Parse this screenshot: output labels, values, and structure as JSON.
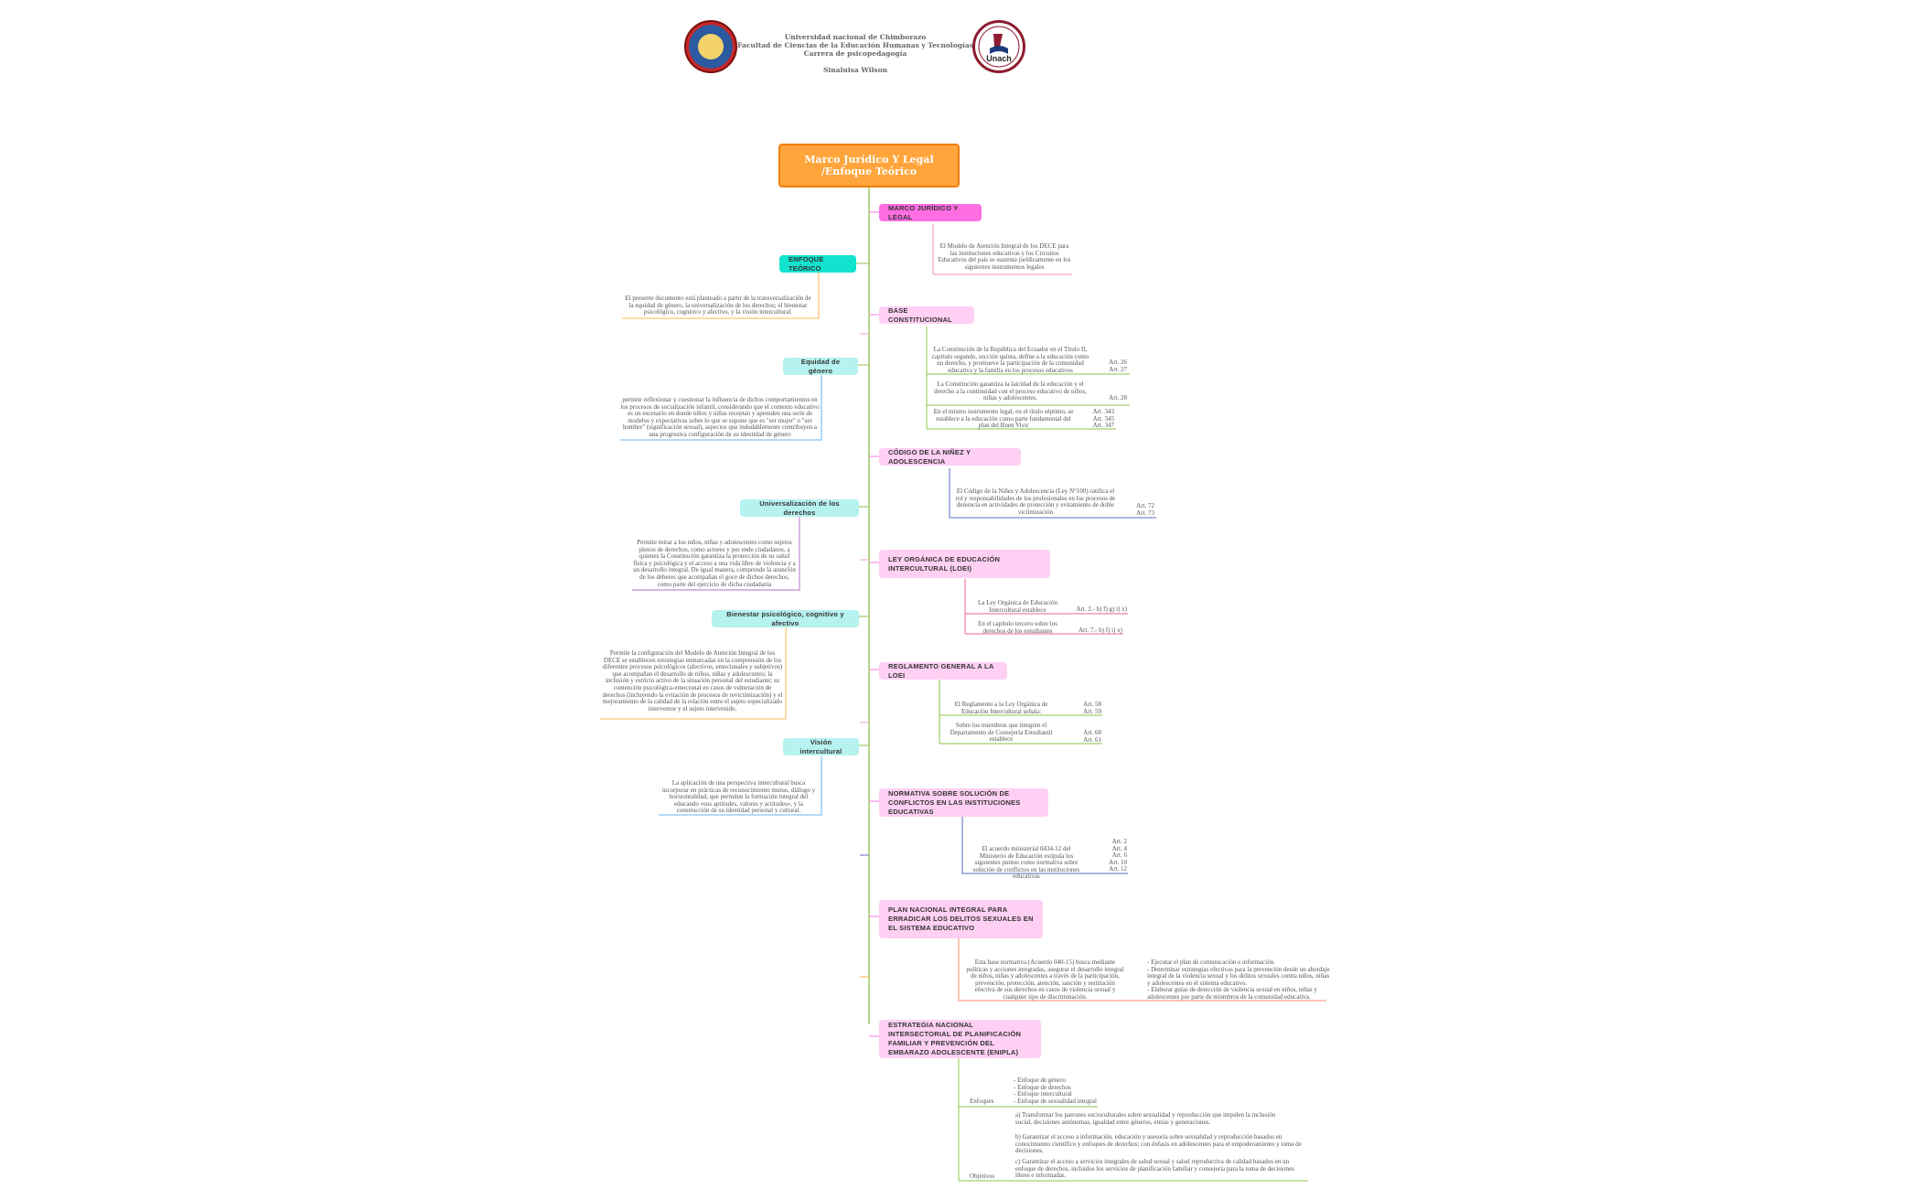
{
  "header": {
    "line1": "Universidad nacional de Chimborazo",
    "line2": "Facultad de Ciencias de la Educación Humanas y Tecnologías",
    "line3": "Carrera de psicopedagogía",
    "line4": "Sinaluisa Wilson",
    "logo_right_text": "Unach"
  },
  "central": "Marco Jurídico Y Legal /Enfoque Teórico",
  "left": {
    "enfoque": {
      "title": "ENFOQUE TEÓRICO",
      "text": "El presente documento está planteado a partir de la transversalización de la equidad de género, la universalización de los derechos; el bienestar psicológico, cognitivo y afectivo, y la visión intercultural."
    },
    "equidad": {
      "title": "Equidad de género",
      "text": "permite reflexionar y cuestionar la influencia de dichos comportamientos en los procesos de socialización infantil, considerando que el contexto educativo es un escenario en donde niños y niñas receptan y aprenden una serie de modelos y expectativas sobre lo que se supone que es \"ser mujer\" o \"ser hombre\" (significación sexual), aspectos que indudablemente contribuyen a una progresiva configuración de su identidad de género"
    },
    "universalizacion": {
      "title": "Universalización de los derechos",
      "text": "Permite mirar a los niños, niñas y adolescentes como sujetos plenos de derechos, como actores y por ende ciudadanos, a quienes la Constitución garantiza la protección de su salud física y psicológica y el acceso a una vida libre de violencia y a un desarrollo integral. De igual manera, comprende la asunción de los deberes que acompañan el goce de dichos derechos, como parte del ejercicio de dicha ciudadanía"
    },
    "bienestar": {
      "title": "Bienestar psicológico, cognitivo y afectivo",
      "text": "Permite la configuración del Modelo de Atención Integral de los DECE se establecen estrategias enmarcadas en la comprensión de los diferentes procesos psicológicos (afectivos, emocionales y subjetivos) que acompañan el desarrollo de niños, niñas y adolescentes; la inclusión y estricto activo de la situación personal del estudiante; su contención psicológica-emocional en casos de vulneración de derechos (incluyendo la evitación de procesos de revictimización) y el mejoramiento de la calidad de la relación entre el sujeto especializado interventor y el sujeto intervenido."
    },
    "vision": {
      "title": "Visión intercultural",
      "text": "La aplicación de una perspectiva intercultural busca incorporar en prácticas de reconocimiento mutuo, diálogo y horizontalidad, que permiten la formación integral del educando «sus aptitudes, valores y actitudes», y la construcción de su identidad personal y cultural."
    }
  },
  "right": {
    "marco": {
      "title": "MARCO JURÍDICO Y LEGAL",
      "text": "El Modelo de Atención Integral de los DECE para las instituciones educativas y los Circuitos Educativos del país se sustenta jurídicamente en los siguientes instrumentos legales"
    },
    "base": {
      "title": "BASE CONSTITUCIONAL",
      "items": [
        {
          "text": "La Constitución de la República del Ecuador en el Título II, capítulo segundo, sección quinta, define a la educación como un derecho, y promueve la participación de la comunidad educativa y la familia en los procesos educativos",
          "arts": [
            "Art. 26",
            "Art. 27"
          ]
        },
        {
          "text": "La Constitución garantiza la laicidad de la educación y el derecho a la continuidad con el proceso educativo de niños, niñas y adolescentes.",
          "arts": [
            "Art. 28"
          ]
        },
        {
          "text": "En el mismo instrumento legal, en el título séptimo, se establece a la educación como parte fundamental del plan del Buen Vivir",
          "arts": [
            "Art. 343",
            "Art. 345",
            "Art. 347"
          ]
        }
      ]
    },
    "codigo": {
      "title": "CÓDIGO DE LA NIÑEZ Y ADOLESCENCIA",
      "text": "El Código de la Niñez y Adolescencia (Ley N°100) ratifica el rol y responsabilidades de los profesionales en los procesos de denuncia en actividades de protección y evitamiento de doble victimización",
      "arts": [
        "Art. 72",
        "Art. 73"
      ]
    },
    "loei": {
      "title": "LEY ORGÁNICA DE EDUCACIÓN INTERCULTURAL (LOEI)",
      "items": [
        {
          "text": "La Ley Orgánica de Educación Intercultural establece",
          "arts": [
            "Art. 2.- b) f) g) i) x)"
          ]
        },
        {
          "text": "En el capítulo tercero sobre los derechos de los estudiantes",
          "arts": [
            "Art. 7.- b) f) i) x)"
          ]
        }
      ]
    },
    "reglamento": {
      "title": "REGLAMENTO GENERAL A LA LOEI",
      "items": [
        {
          "text": "El Reglamento a la Ley Orgánica de Educación Intercultural señala:",
          "arts": [
            "Art. 58",
            "Art. 59"
          ]
        },
        {
          "text": "Sobre los miembros que integren el Departamento de Consejería Estudiantil establece",
          "arts": [
            "Art. 60",
            "Art. 61"
          ]
        }
      ]
    },
    "normativa": {
      "title": "NORMATIVA SOBRE SOLUCIÓN DE CONFLICTOS EN LAS INSTITUCIONES EDUCATIVAS",
      "text": "El acuerdo ministerial 0434-12 del Ministerio de Educación estipula los siguientes puntos como normativa sobre solución de conflictos en las instituciones educativas",
      "arts": [
        "Art. 2",
        "Art. 4",
        "Art. 6",
        "Art. 10",
        "Art. 12"
      ]
    },
    "plan": {
      "title": "PLAN NACIONAL INTEGRAL PARA ERRADICAR LOS DELITOS SEXUALES EN EL SISTEMA EDUCATIVO",
      "text": "Esta base normativa (Acuerdo 040-15) busca mediante políticas y acciones integradas, asegurar el desarrollo integral de niños, niñas y adolescentes a través de la participación, prevención, protección, atención, sanción y restitución efectiva de sus derechos en casos de violencia sexual y cualquier tipo de discriminación.",
      "bullets": "- Ejecutar el plan de comunicación e información.\n- Determinar estrategias efectivas para la prevención desde un abordaje integral de la violencia sexual y los delitos sexuales contra niños, niñas y adolescentes en el sistema educativo.\n- Elaborar guías de detección de violencia sexual en niños, niñas y adolescentes por parte de miembros de la comunidad educativa."
    },
    "enipla": {
      "title": "ESTRATEGIA NACIONAL INTERSECTORIAL DE PLANIFICACIÓN FAMILIAR Y PREVENCIÓN DEL EMBARAZO ADOLESCENTE (ENIPLA)",
      "enfoques_label": "Enfoques",
      "enfoques_text": "- Enfoque de género\n- Enfoque de derechos\n- Enfoque intercultural\n- Enfoque de sexualidad integral",
      "objetivos_label": "Objetivos",
      "objetivos": [
        "a) Transformar los patrones socioculturales sobre sexualidad y reproducción que impiden la inclusión social, decisiones autónomas, igualdad entre géneros, etnias y generaciones.",
        "b) Garantizar el acceso a información, educación y asesoría sobre sexualidad y reproducción basados en conocimiento científico y enfoques de derechos; con énfasis en adolescentes para el empoderamiento y toma de decisiones.",
        "c) Garantizar el acceso a servicios integrales de salud sexual y salud reproductiva de calidad basados en un enfoque de derechos, incluidos los servicios de planificación familiar y consejería para la toma de decisiones libres e informadas."
      ]
    }
  },
  "colors": {
    "central": "#ffa53c",
    "pink": "#ffd0f3",
    "magenta": "#ff6de2",
    "cyan": "#b6f2ef",
    "cyan_strong": "#12e3cf",
    "trunk": "#8bc34a"
  }
}
